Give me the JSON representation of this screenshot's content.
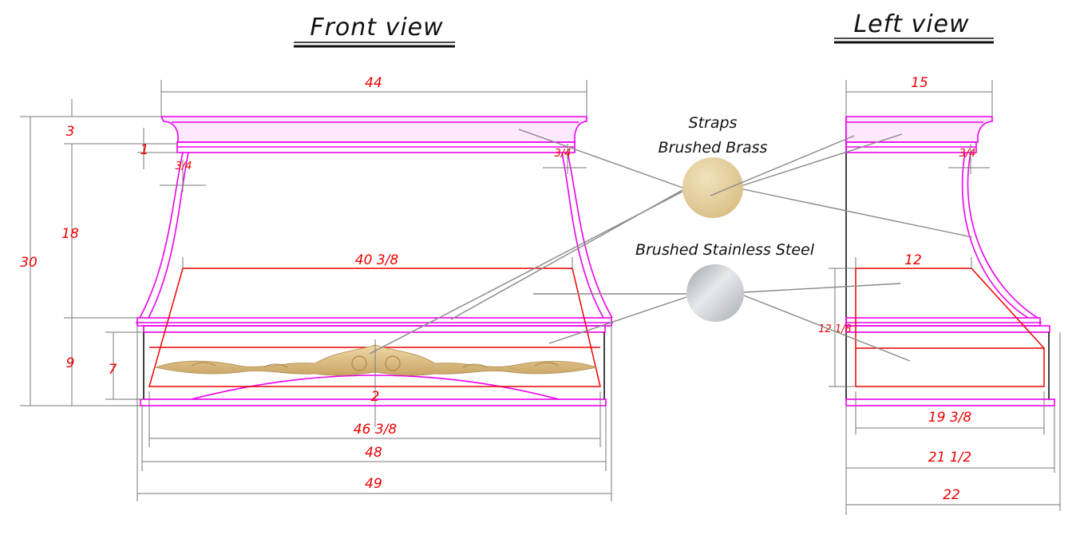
{
  "views": {
    "front_title": "Front view",
    "left_title": "Left view"
  },
  "callouts": {
    "straps_line1": "Straps",
    "straps_line2": "Brushed Brass",
    "steel": "Brushed Stainless Steel",
    "brass_color": "#e5cf9b",
    "steel_color": "#c4c8cc"
  },
  "front_dims": {
    "top_width": "44",
    "overall_height": "30",
    "crown": "3",
    "band": "1",
    "inset_left": "3/4",
    "inset_right": "3/4",
    "body": "18",
    "lower": "9",
    "panel": "7",
    "trim_width": "40 3/8",
    "skirt": "2",
    "inner_width": "46 3/8",
    "base_width": "48",
    "overall_width": "49"
  },
  "left_dims": {
    "top_depth": "15",
    "inset": "3/4",
    "trim_depth": "12",
    "side_height": "12 1/8",
    "inner_depth": "19 3/8",
    "base_depth": "21 1/2",
    "overall_depth": "22"
  }
}
